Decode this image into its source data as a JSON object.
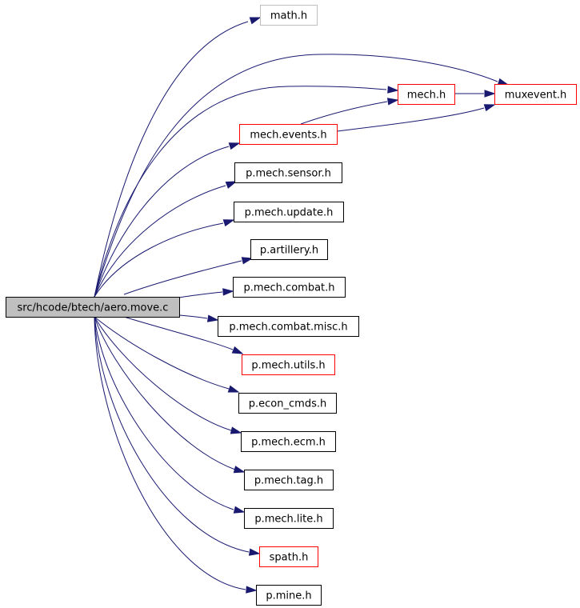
{
  "graph": {
    "edge_color": "#191970",
    "colors": {
      "root_fill": "#bfbfbf",
      "root_border": "#000000",
      "documented_border": "#000000",
      "undocumented_border": "#ff0000",
      "external_border": "#bfbfbf"
    },
    "root": {
      "id": "aero",
      "label": "src/hcode/btech/aero.move.c"
    },
    "nodes": [
      {
        "id": "math",
        "label": "math.h",
        "kind": "external"
      },
      {
        "id": "mech",
        "label": "mech.h",
        "kind": "undocumented"
      },
      {
        "id": "muxevent",
        "label": "muxevent.h",
        "kind": "undocumented"
      },
      {
        "id": "mechevents",
        "label": "mech.events.h",
        "kind": "undocumented"
      },
      {
        "id": "sensor",
        "label": "p.mech.sensor.h",
        "kind": "documented"
      },
      {
        "id": "update",
        "label": "p.mech.update.h",
        "kind": "documented"
      },
      {
        "id": "artillery",
        "label": "p.artillery.h",
        "kind": "documented"
      },
      {
        "id": "combat",
        "label": "p.mech.combat.h",
        "kind": "documented"
      },
      {
        "id": "combatmisc",
        "label": "p.mech.combat.misc.h",
        "kind": "documented"
      },
      {
        "id": "utils",
        "label": "p.mech.utils.h",
        "kind": "undocumented"
      },
      {
        "id": "econ",
        "label": "p.econ_cmds.h",
        "kind": "documented"
      },
      {
        "id": "ecm",
        "label": "p.mech.ecm.h",
        "kind": "documented"
      },
      {
        "id": "tag",
        "label": "p.mech.tag.h",
        "kind": "documented"
      },
      {
        "id": "lite",
        "label": "p.mech.lite.h",
        "kind": "documented"
      },
      {
        "id": "spath",
        "label": "spath.h",
        "kind": "undocumented"
      },
      {
        "id": "mine",
        "label": "p.mine.h",
        "kind": "documented"
      }
    ],
    "edges": [
      {
        "from": "aero",
        "to": "math"
      },
      {
        "from": "aero",
        "to": "muxevent"
      },
      {
        "from": "aero",
        "to": "mech"
      },
      {
        "from": "aero",
        "to": "mechevents"
      },
      {
        "from": "aero",
        "to": "sensor"
      },
      {
        "from": "aero",
        "to": "update"
      },
      {
        "from": "aero",
        "to": "artillery"
      },
      {
        "from": "aero",
        "to": "combat"
      },
      {
        "from": "aero",
        "to": "combatmisc"
      },
      {
        "from": "aero",
        "to": "utils"
      },
      {
        "from": "aero",
        "to": "econ"
      },
      {
        "from": "aero",
        "to": "ecm"
      },
      {
        "from": "aero",
        "to": "tag"
      },
      {
        "from": "aero",
        "to": "lite"
      },
      {
        "from": "aero",
        "to": "spath"
      },
      {
        "from": "aero",
        "to": "mine"
      },
      {
        "from": "mech",
        "to": "muxevent"
      },
      {
        "from": "mechevents",
        "to": "mech"
      },
      {
        "from": "mechevents",
        "to": "muxevent"
      }
    ]
  }
}
